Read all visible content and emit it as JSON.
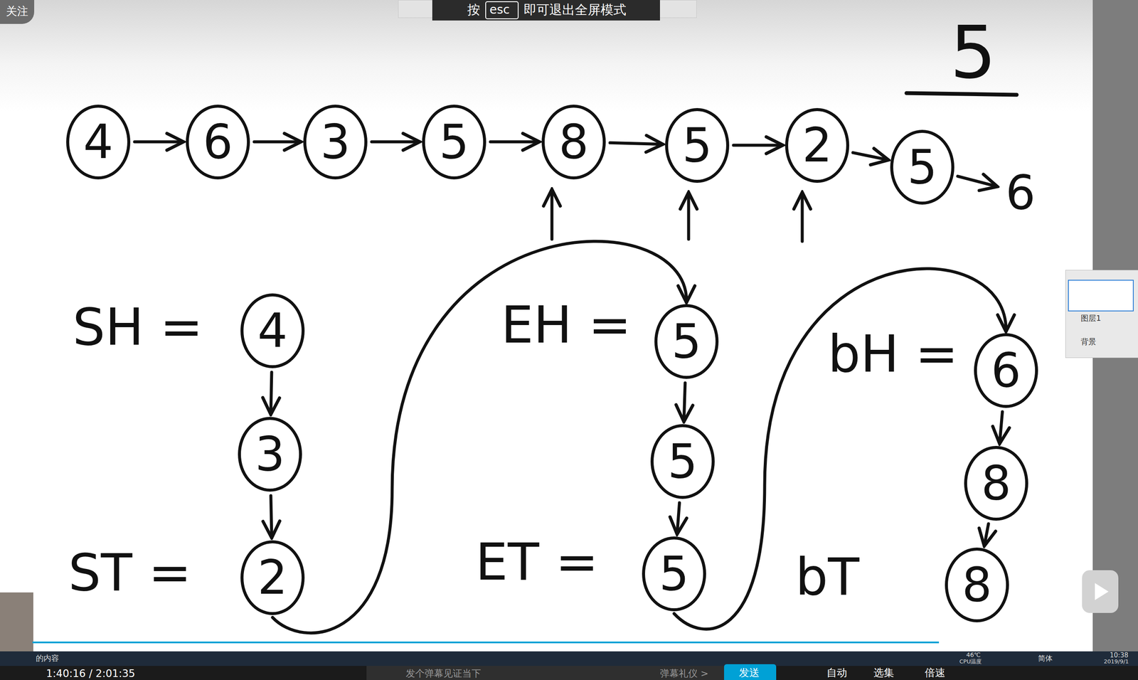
{
  "diagram": {
    "nodes": [
      {
        "text": [
          "4"
        ]
      },
      {
        "text": [
          "6"
        ]
      },
      {
        "text": [
          "3"
        ]
      },
      {
        "text": [
          "5"
        ]
      },
      {
        "text": [
          "8"
        ]
      },
      {
        "text": [
          "5"
        ]
      },
      {
        "text": [
          "2"
        ]
      },
      {
        "text": [
          "5"
        ]
      },
      {
        "text": [
          "6"
        ]
      },
      {
        "text": [
          "4"
        ]
      },
      {
        "text": [
          "3"
        ]
      },
      {
        "text": [
          "2"
        ]
      },
      {
        "text": [
          "5"
        ]
      },
      {
        "text": [
          "5"
        ]
      },
      {
        "text": [
          "5"
        ]
      },
      {
        "text": [
          "6"
        ]
      },
      {
        "text": [
          "8"
        ]
      },
      {
        "text": [
          "8"
        ]
      }
    ],
    "edges": [
      {
        "from": 0,
        "to": 1,
        "arrow": "to"
      },
      {
        "from": 1,
        "to": 2,
        "arrow": "to"
      },
      {
        "from": 2,
        "to": 3,
        "arrow": "to"
      },
      {
        "from": 3,
        "to": 4,
        "arrow": "to"
      },
      {
        "from": 4,
        "to": 5,
        "arrow": "to"
      },
      {
        "from": 5,
        "to": 6,
        "arrow": "to"
      },
      {
        "from": 6,
        "to": 7,
        "arrow": "to"
      },
      {
        "from": 7,
        "to": 8,
        "arrow": "to"
      },
      {
        "from": 9,
        "to": 10,
        "arrow": "to"
      },
      {
        "from": 10,
        "to": 11,
        "arrow": "to"
      },
      {
        "from": 12,
        "to": 13,
        "arrow": "to"
      },
      {
        "from": 13,
        "to": 14,
        "arrow": "to"
      },
      {
        "from": 15,
        "to": 16,
        "arrow": "to"
      },
      {
        "from": 16,
        "to": 17,
        "arrow": "to"
      },
      {
        "from": 11,
        "to": 12,
        "arrow": "to"
      },
      {
        "from": 14,
        "to": 15,
        "arrow": "to"
      }
    ],
    "labels": [
      "5",
      "SH =",
      "ST =",
      "EH =",
      "ET =",
      "bH =",
      "bT",
      "关注",
      "按",
      "esc",
      "即可退出全屏模式",
      "图层1",
      "背景",
      "的内容",
      "46℃",
      "CPU温度",
      "简体",
      "10:38",
      "2019/9/1",
      "1:40:16 / 2:01:35",
      "发个弹幕见证当下",
      "弹幕礼仪 >",
      "发送",
      "自动",
      "选集",
      "倍速"
    ]
  }
}
